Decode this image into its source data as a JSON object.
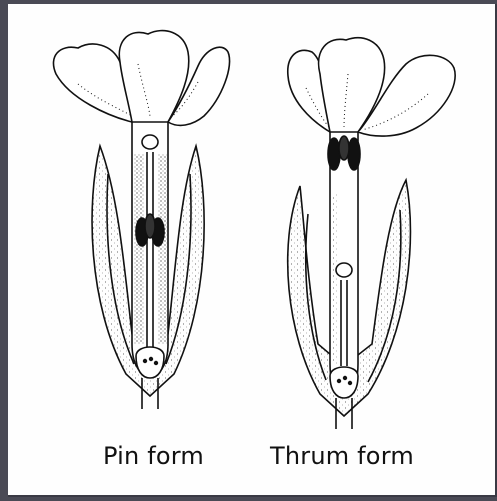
{
  "diagram": {
    "flowers": [
      {
        "id": "pin",
        "caption": "Pin form"
      },
      {
        "id": "thrum",
        "caption": "Thrum form"
      }
    ]
  },
  "colors": {
    "ink": "#111111",
    "paper": "#fefefe",
    "background": "#4a4a55"
  }
}
